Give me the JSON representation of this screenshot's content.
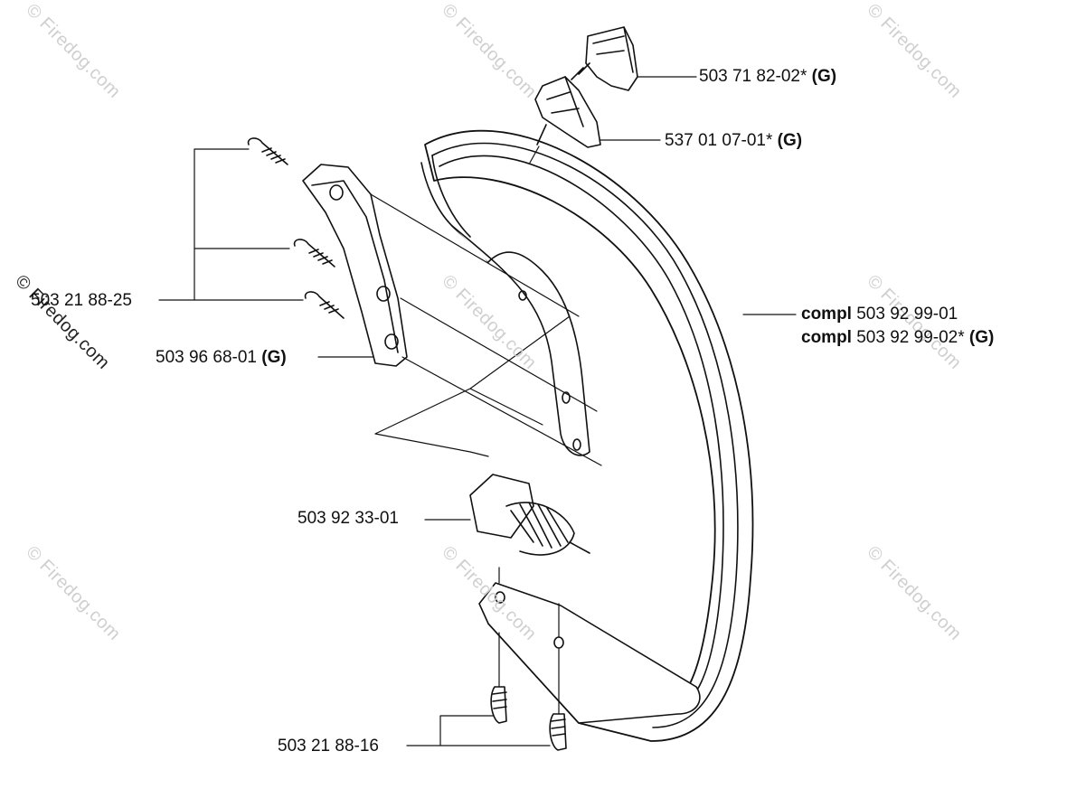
{
  "watermark": "© Firedog.com",
  "watermark_main": "© Firedog.com",
  "labels": {
    "p1": {
      "num": "503 71 82-02*",
      "tag": "(G)"
    },
    "p2": {
      "num": "537 01 07-01*",
      "tag": "(G)"
    },
    "p3": {
      "num": "503 21 88-25"
    },
    "p4": {
      "num": "503 96 68-01",
      "tag": "(G)"
    },
    "p5a": {
      "pre": "compl",
      "num": "503 92 99-01"
    },
    "p5b": {
      "pre": "compl",
      "num": "503 92 99-02*",
      "tag": "(G)"
    },
    "p6": {
      "num": "503 92 33-01"
    },
    "p7": {
      "num": "503 21 88-16"
    }
  }
}
